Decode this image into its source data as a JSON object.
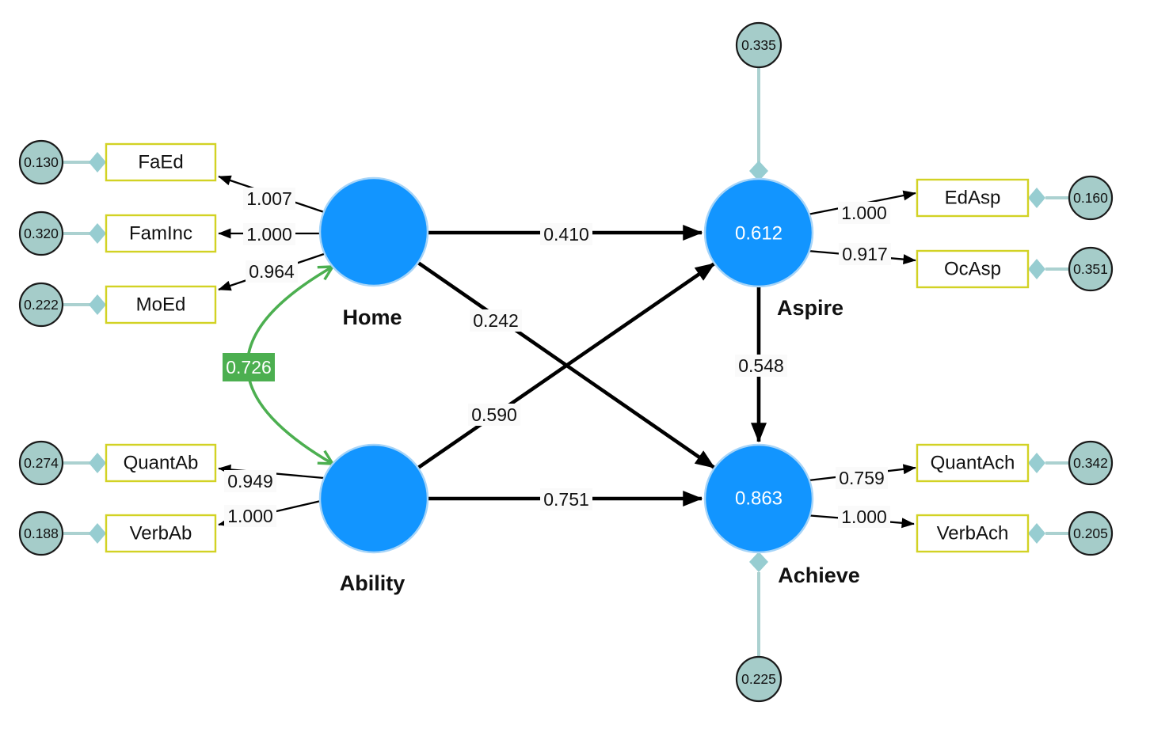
{
  "diagram_type": "structural-equation-model-path-diagram",
  "latents": {
    "home": {
      "label": "Home"
    },
    "ability": {
      "label": "Ability"
    },
    "aspire": {
      "label": "Aspire",
      "value": "0.612"
    },
    "achieve": {
      "label": "Achieve",
      "value": "0.863"
    }
  },
  "indicators": {
    "faed": {
      "label": "FaEd",
      "loading": "1.007",
      "error_variance": "0.130"
    },
    "faminc": {
      "label": "FamInc",
      "loading": "1.000",
      "error_variance": "0.320"
    },
    "moed": {
      "label": "MoEd",
      "loading": "0.964",
      "error_variance": "0.222"
    },
    "quantab": {
      "label": "QuantAb",
      "loading": "0.949",
      "error_variance": "0.274"
    },
    "verbab": {
      "label": "VerbAb",
      "loading": "1.000",
      "error_variance": "0.188"
    },
    "edasp": {
      "label": "EdAsp",
      "loading": "1.000",
      "error_variance": "0.160"
    },
    "ocasp": {
      "label": "OcAsp",
      "loading": "0.917",
      "error_variance": "0.351"
    },
    "quantach": {
      "label": "QuantAch",
      "loading": "0.759",
      "error_variance": "0.342"
    },
    "verbach": {
      "label": "VerbAch",
      "loading": "1.000",
      "error_variance": "0.205"
    }
  },
  "regressions": {
    "home_to_aspire": "0.410",
    "home_to_achieve": "0.242",
    "ability_to_aspire": "0.590",
    "ability_to_achieve": "0.751",
    "aspire_to_achieve": "0.548"
  },
  "covariance": {
    "home_ability": "0.726"
  },
  "disturbances": {
    "aspire": "0.335",
    "achieve": "0.225"
  },
  "colors": {
    "latent_fill": "#1295FF",
    "latent_stroke": "#A6D4F8",
    "indicator_stroke": "#D2D224",
    "error_fill": "#A5CCC9",
    "connector": "#ABD1D0",
    "diamond": "#97CDD1",
    "covariance_green": "#4CAF50",
    "arrow": "#000000",
    "label_bg": "#FAFAFA"
  }
}
